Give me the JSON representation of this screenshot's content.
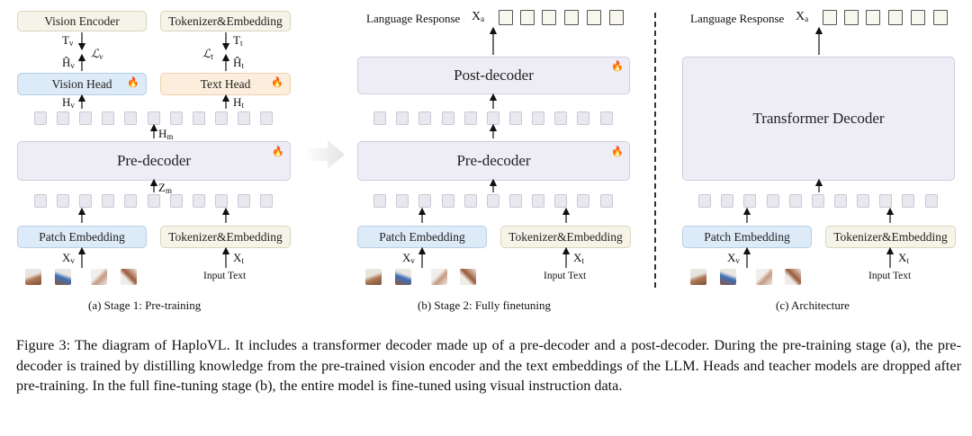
{
  "panel_a": {
    "vision_encoder": "Vision Encoder",
    "tokenizer_embedding_top": "Tokenizer&Embedding",
    "vision_head": "Vision Head",
    "text_head": "Text Head",
    "pre_decoder": "Pre-decoder",
    "patch_embedding": "Patch Embedding",
    "tokenizer_embedding": "Tokenizer&Embedding",
    "input_text": "Input Text",
    "caption": "(a) Stage 1: Pre-training",
    "sym_tv": "T",
    "sym_tv_sub": "v",
    "sym_lv": "ℒ",
    "sym_lv_sub": "v",
    "sym_hv_hat": "Ĥ",
    "sym_hv_hat_sub": "v",
    "sym_tt": "T",
    "sym_tt_sub": "t",
    "sym_lt": "ℒ",
    "sym_lt_sub": "t",
    "sym_ht_hat": "Ĥ",
    "sym_ht_hat_sub": "t",
    "sym_hv": "H",
    "sym_hv_sub": "v",
    "sym_ht": "H",
    "sym_ht_sub": "t",
    "sym_hm": "H",
    "sym_hm_sub": "m",
    "sym_zm": "Z",
    "sym_zm_sub": "m",
    "sym_xv": "X",
    "sym_xv_sub": "v",
    "sym_xt": "X",
    "sym_xt_sub": "t"
  },
  "panel_b": {
    "language_response": "Language Response",
    "sym_xa": "X",
    "sym_xa_sub": "a",
    "post_decoder": "Post-decoder",
    "pre_decoder": "Pre-decoder",
    "patch_embedding": "Patch Embedding",
    "tokenizer_embedding": "Tokenizer&Embedding",
    "input_text": "Input Text",
    "sym_xv": "X",
    "sym_xv_sub": "v",
    "sym_xt": "X",
    "sym_xt_sub": "t",
    "caption": "(b) Stage 2: Fully finetuning"
  },
  "panel_c": {
    "language_response": "Language Response",
    "sym_xa": "X",
    "sym_xa_sub": "a",
    "transformer_decoder": "Transformer Decoder",
    "patch_embedding": "Patch Embedding",
    "tokenizer_embedding": "Tokenizer&Embedding",
    "input_text": "Input Text",
    "sym_xv": "X",
    "sym_xv_sub": "v",
    "sym_xt": "X",
    "sym_xt_sub": "t",
    "caption": "(c) Architecture"
  },
  "icons": {
    "trainable": "flame-icon"
  },
  "colors": {
    "decoder": "#eeedf5",
    "vision": "#ddeaf7",
    "text_head": "#fbeedc",
    "tokenizer": "#f6f4e8",
    "flame": "#f28a1c"
  },
  "figure_caption": "Figure 3: The diagram of HaploVL. It includes a transformer decoder made up of a pre-decoder and a post-decoder. During the pre-training stage (a), the pre-decoder is trained by distilling knowledge from the pre-trained vision encoder and the text embeddings of the LLM. Heads and teacher models are dropped after pre-training. In the full fine-tuning stage (b), the entire model is fine-tuned using visual instruction data."
}
